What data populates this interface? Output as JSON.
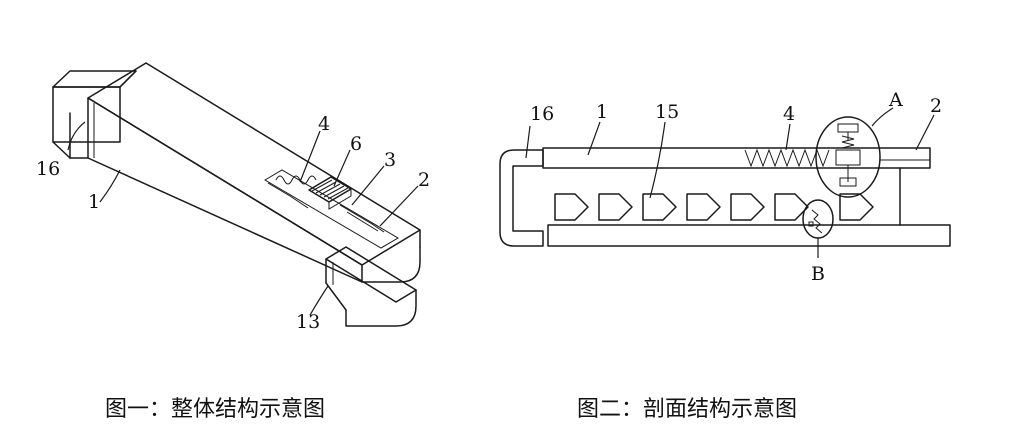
{
  "figure1": {
    "caption": "图一：整体结构示意图",
    "labels": {
      "l16": "16",
      "l1": "1",
      "l4": "4",
      "l6": "6",
      "l3": "3",
      "l2": "2",
      "l13": "13"
    }
  },
  "figure2": {
    "caption": "图二：剖面结构示意图",
    "labels": {
      "l16": "16",
      "l1": "1",
      "l15": "15",
      "l4": "4",
      "lA": "A",
      "l2": "2",
      "lB": "B"
    }
  }
}
